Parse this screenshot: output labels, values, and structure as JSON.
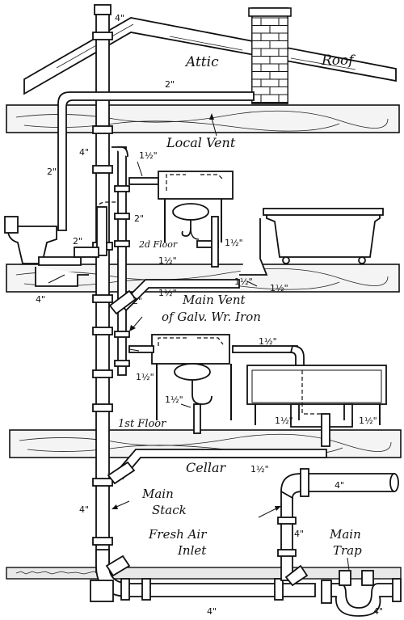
{
  "labels": {
    "attic": "Attic",
    "roof": "Roof",
    "local_vent": "Local Vent",
    "second_floor": "2d Floor",
    "main_vent": "Main Vent",
    "main_vent_material": "of Galv. Wr. Iron",
    "first_floor": "1st Floor",
    "cellar": "Cellar",
    "main_stack_1": "Main",
    "main_stack_2": "Stack",
    "fresh_air_1": "Fresh Air",
    "fresh_air_2": "Inlet",
    "main_trap_1": "Main",
    "main_trap_2": "Trap"
  },
  "dimensions": {
    "stack_top": "4\"",
    "local_vent_horizontal": "2\"",
    "local_vent_vertical": "2\"",
    "stack_upper": "4\"",
    "lavatory_upper_supply": "1½\"",
    "lavatory_upper_branch": "2\"",
    "closet_branch": "2\"",
    "lav_trap_upper": "1½\"",
    "lav_vent_upper": "1½\"",
    "tub_waste": "1½\"",
    "closet_bend": "4\"",
    "main_vent_upper": "1½\"",
    "main_vent_side": "2\"",
    "tub_vent": "1½\"",
    "main_vent_lower": "1½\"",
    "lav_lower_top": "1½\"",
    "lav_lower_trap": "1½\"",
    "sink_left": "1½\"",
    "sink_right": "1½\"",
    "cellar_branch": "1½\"",
    "fresh_air_horiz": "4\"",
    "stack_lower": "4\"",
    "fresh_air_vert": "4\"",
    "house_drain": "4\"",
    "trap_outlet": "4\""
  }
}
